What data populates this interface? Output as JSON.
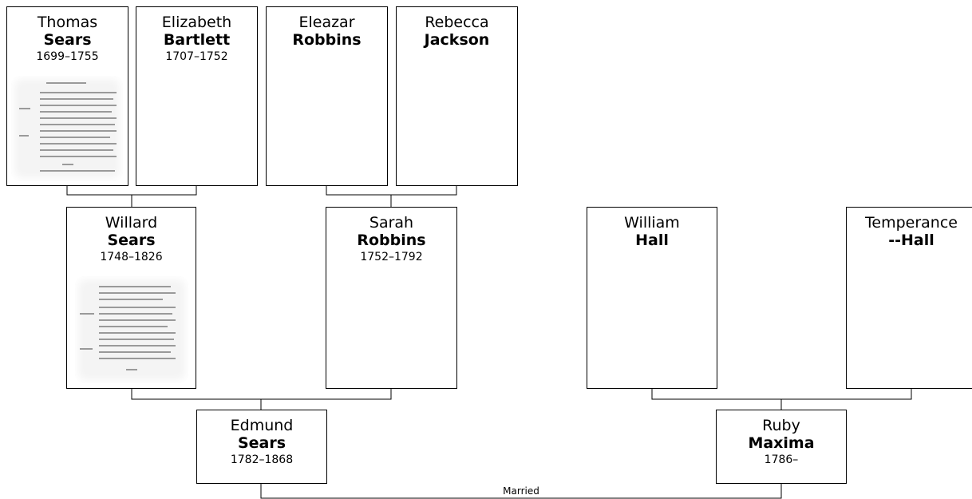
{
  "people": {
    "thomas_sears": {
      "given": "Thomas",
      "surname": "Sears",
      "dates": "1699–1755"
    },
    "elizabeth_bartlett": {
      "given": "Elizabeth",
      "surname": "Bartlett",
      "dates": "1707–1752"
    },
    "eleazar_robbins": {
      "given": "Eleazar",
      "surname": "Robbins",
      "dates": ""
    },
    "rebecca_jackson": {
      "given": "Rebecca",
      "surname": "Jackson",
      "dates": ""
    },
    "willard_sears": {
      "given": "Willard",
      "surname": "Sears",
      "dates": "1748–1826"
    },
    "sarah_robbins": {
      "given": "Sarah",
      "surname": "Robbins",
      "dates": "1752–1792"
    },
    "william_hall": {
      "given": "William",
      "surname": "Hall",
      "dates": ""
    },
    "temperance_hall": {
      "given": "Temperance",
      "surname": "--Hall",
      "dates": ""
    },
    "edmund_sears": {
      "given": "Edmund",
      "surname": "Sears",
      "dates": "1782–1868"
    },
    "ruby_maxima": {
      "given": "Ruby",
      "surname": "Maxima",
      "dates": "1786–"
    }
  },
  "connections": {
    "married_label": "Married"
  }
}
